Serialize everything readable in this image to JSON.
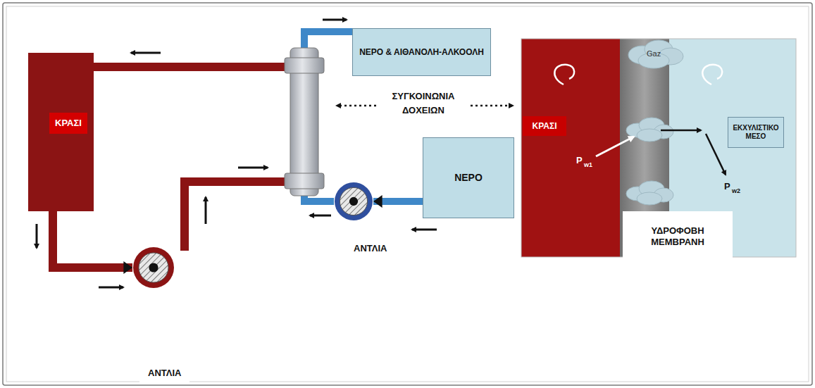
{
  "diagram": {
    "nodes": [
      {
        "text": [
          "ΚΡΑΣΙ"
        ]
      },
      {
        "text": [
          "ΝΕΡΟ & ΑΙΘΑΝΟΛΗ-ΑΛΚΟΟΛΗ"
        ]
      },
      {
        "text": [
          "ΝΕΡΟ"
        ]
      },
      {
        "text": [
          "ΑΝΤΛΙΑ"
        ]
      },
      {
        "text": [
          "ΑΝΤΛΙΑ"
        ]
      },
      {
        "text": [
          "ΚΡΑΣΙ"
        ]
      },
      {
        "text": [
          "ΕΚΧΥΛΙΣΤΙΚΟ ΜΕΣΟ"
        ]
      },
      {
        "text": [
          "ΥΔΡΟΦΟΒΗ ΜΕΜΒΡΑΝΗ"
        ]
      }
    ],
    "edges": [
      {
        "from": 0,
        "to": 3,
        "arrow": "to"
      },
      {
        "from": 2,
        "to": 4,
        "arrow": "to"
      }
    ],
    "labels": [
      "ΣΥΓΚΟΙΝΩΝΙΑ ΔΟΧΕΙΩΝ",
      "Gaz",
      "P",
      "w1",
      "P",
      "w2"
    ]
  }
}
